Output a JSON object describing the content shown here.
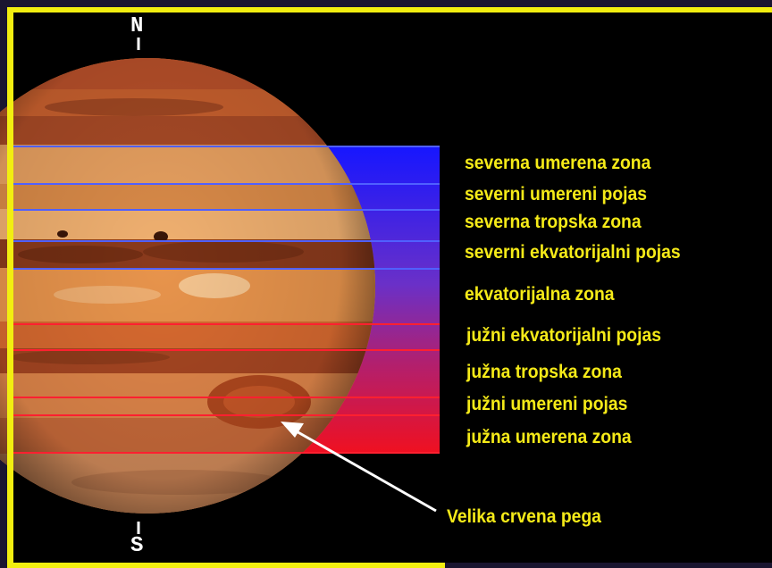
{
  "poles": {
    "north": "N",
    "south": "S"
  },
  "zones": [
    {
      "label": "severna umerena zona",
      "line": "blue"
    },
    {
      "label": "severni umereni pojas",
      "line": "blue"
    },
    {
      "label": "severna tropska zona",
      "line": "blue"
    },
    {
      "label": "severni ekvatorijalni pojas",
      "line": "blue"
    },
    {
      "label": "ekvatorijalna zona",
      "line": "blue"
    },
    {
      "label": "južni ekvatorijalni pojas",
      "line": "red"
    },
    {
      "label": "južna tropska zona",
      "line": "red"
    },
    {
      "label": "južni umereni pojas",
      "line": "red"
    },
    {
      "label": "južna umerena zona",
      "line": "red"
    }
  ],
  "spot_label": "Velika crvena pega",
  "colors": {
    "frame": "#f2ee10",
    "label": "#f5ea18",
    "gradient_top": "#1a1aff",
    "gradient_bottom": "#ee1020",
    "band_line_north": "#5060ff",
    "band_line_south": "#ff2030"
  }
}
